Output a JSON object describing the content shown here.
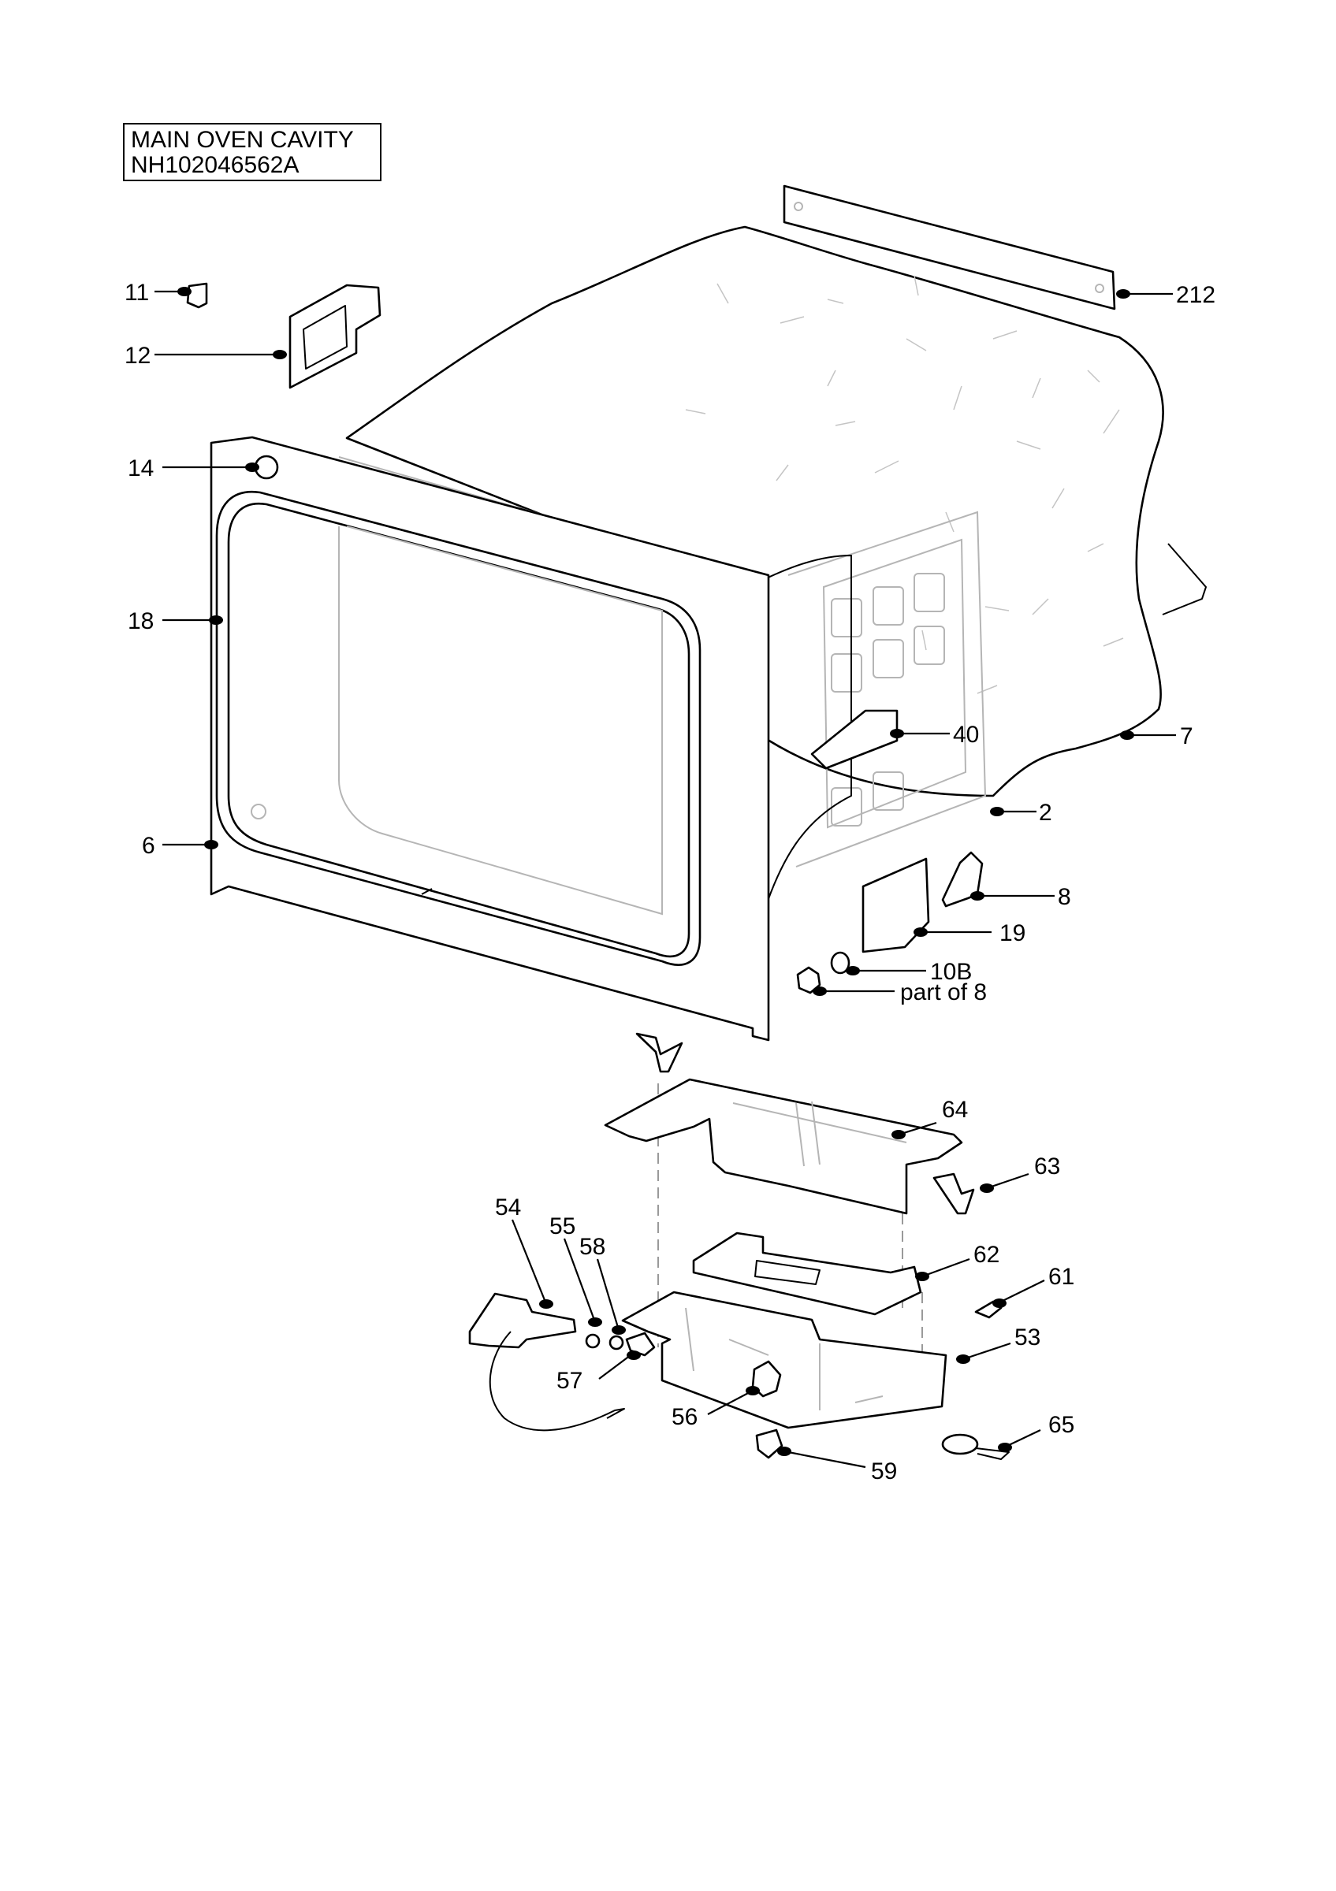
{
  "title": {
    "line1": "MAIN OVEN CAVITY",
    "line2": "NH102046562A"
  },
  "callouts": [
    {
      "id": "11",
      "text": "11"
    },
    {
      "id": "12",
      "text": "12"
    },
    {
      "id": "14",
      "text": "14"
    },
    {
      "id": "18",
      "text": "18"
    },
    {
      "id": "6",
      "text": "6"
    },
    {
      "id": "212",
      "text": "212"
    },
    {
      "id": "40",
      "text": "40"
    },
    {
      "id": "7",
      "text": "7"
    },
    {
      "id": "2",
      "text": "2"
    },
    {
      "id": "8",
      "text": "8"
    },
    {
      "id": "19",
      "text": "19"
    },
    {
      "id": "10B",
      "text": "10B"
    },
    {
      "id": "part-of-8",
      "text": "part of 8"
    },
    {
      "id": "64",
      "text": "64"
    },
    {
      "id": "63",
      "text": "63"
    },
    {
      "id": "54",
      "text": "54"
    },
    {
      "id": "55",
      "text": "55"
    },
    {
      "id": "58",
      "text": "58"
    },
    {
      "id": "62",
      "text": "62"
    },
    {
      "id": "61",
      "text": "61"
    },
    {
      "id": "53",
      "text": "53"
    },
    {
      "id": "57",
      "text": "57"
    },
    {
      "id": "56",
      "text": "56"
    },
    {
      "id": "65",
      "text": "65"
    },
    {
      "id": "59",
      "text": "59"
    }
  ]
}
